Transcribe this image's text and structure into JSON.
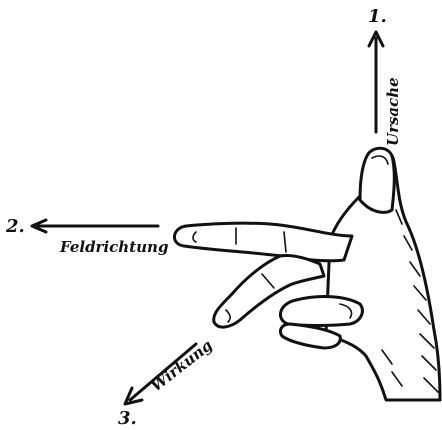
{
  "figure": {
    "arrows": [
      {
        "id": "cause",
        "number": "1.",
        "label": "Ursache"
      },
      {
        "id": "field",
        "number": "2.",
        "label": "Feldrichtung"
      },
      {
        "id": "effect",
        "number": "3.",
        "label": "Wirkung"
      }
    ]
  }
}
